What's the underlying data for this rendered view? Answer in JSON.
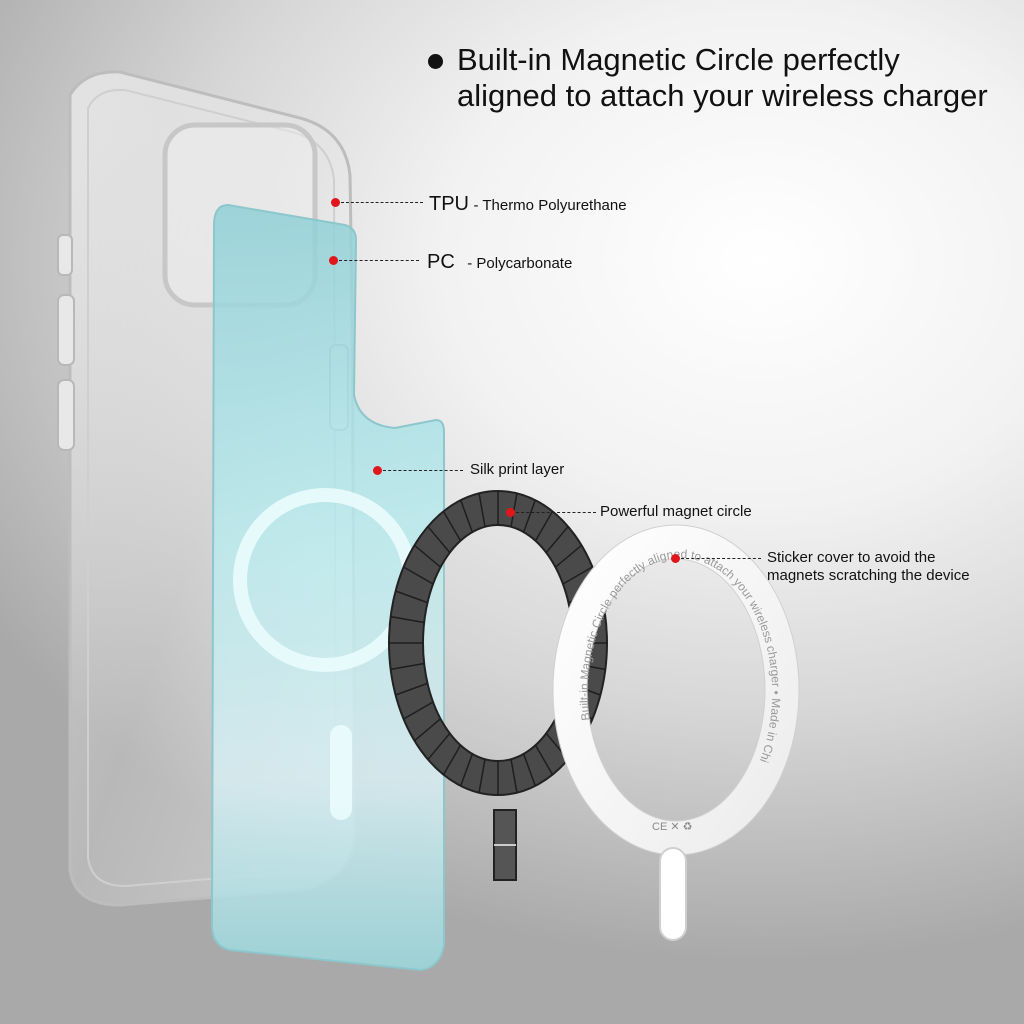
{
  "headline": {
    "line1": "Built-in Magnetic Circle perfectly",
    "line2": "aligned to attach your wireless charger"
  },
  "callouts": {
    "tpu": {
      "abbr": "TPU",
      "desc": "- Thermo Polyurethane"
    },
    "pc": {
      "abbr": "PC",
      "desc": "- Polycarbonate"
    },
    "silk": {
      "label": "Silk print layer"
    },
    "magnet": {
      "label": "Powerful magnet circle"
    },
    "sticker": {
      "line1": "Sticker cover to avoid the",
      "line2": "magnets scratching the device"
    }
  },
  "sticker_ring_text": "Built-in Magnetic Circle perfectly aligned to attach your wireless charger • Made in China •",
  "sticker_marks": "CE  ✕  ♻",
  "colors": {
    "callout_dot": "#e0161b",
    "pc_plate": "#9fd9dc",
    "magnet_ring": "#3c3c3c"
  }
}
